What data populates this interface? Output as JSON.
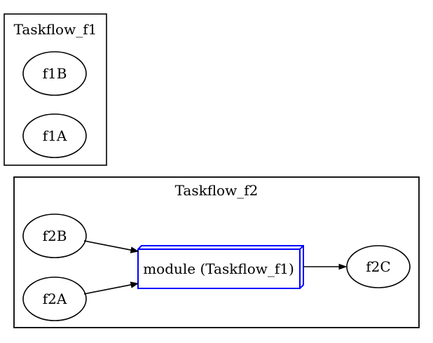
{
  "diagram": {
    "type": "graphviz-taskflow",
    "background": "#ffffff",
    "clusters": {
      "f1": {
        "label": "Taskflow_f1",
        "border_color": "#000000"
      },
      "f2": {
        "label": "Taskflow_f2",
        "border_color": "#000000"
      }
    },
    "nodes": {
      "f1B": {
        "label": "f1B",
        "shape": "ellipse",
        "stroke": "#000000",
        "fill": "#ffffff"
      },
      "f1A": {
        "label": "f1A",
        "shape": "ellipse",
        "stroke": "#000000",
        "fill": "#ffffff"
      },
      "f2B": {
        "label": "f2B",
        "shape": "ellipse",
        "stroke": "#000000",
        "fill": "#ffffff"
      },
      "f2A": {
        "label": "f2A",
        "shape": "ellipse",
        "stroke": "#000000",
        "fill": "#ffffff"
      },
      "module": {
        "label": "module (Taskflow_f1)",
        "shape": "box3d",
        "stroke": "#0000ff",
        "fill": "#ffffff"
      },
      "f2C": {
        "label": "f2C",
        "shape": "ellipse",
        "stroke": "#000000",
        "fill": "#ffffff"
      }
    },
    "edges": [
      {
        "from": "f2B",
        "to": "module",
        "color": "#000000"
      },
      {
        "from": "f2A",
        "to": "module",
        "color": "#000000"
      },
      {
        "from": "module",
        "to": "f2C",
        "color": "#000000"
      }
    ]
  }
}
